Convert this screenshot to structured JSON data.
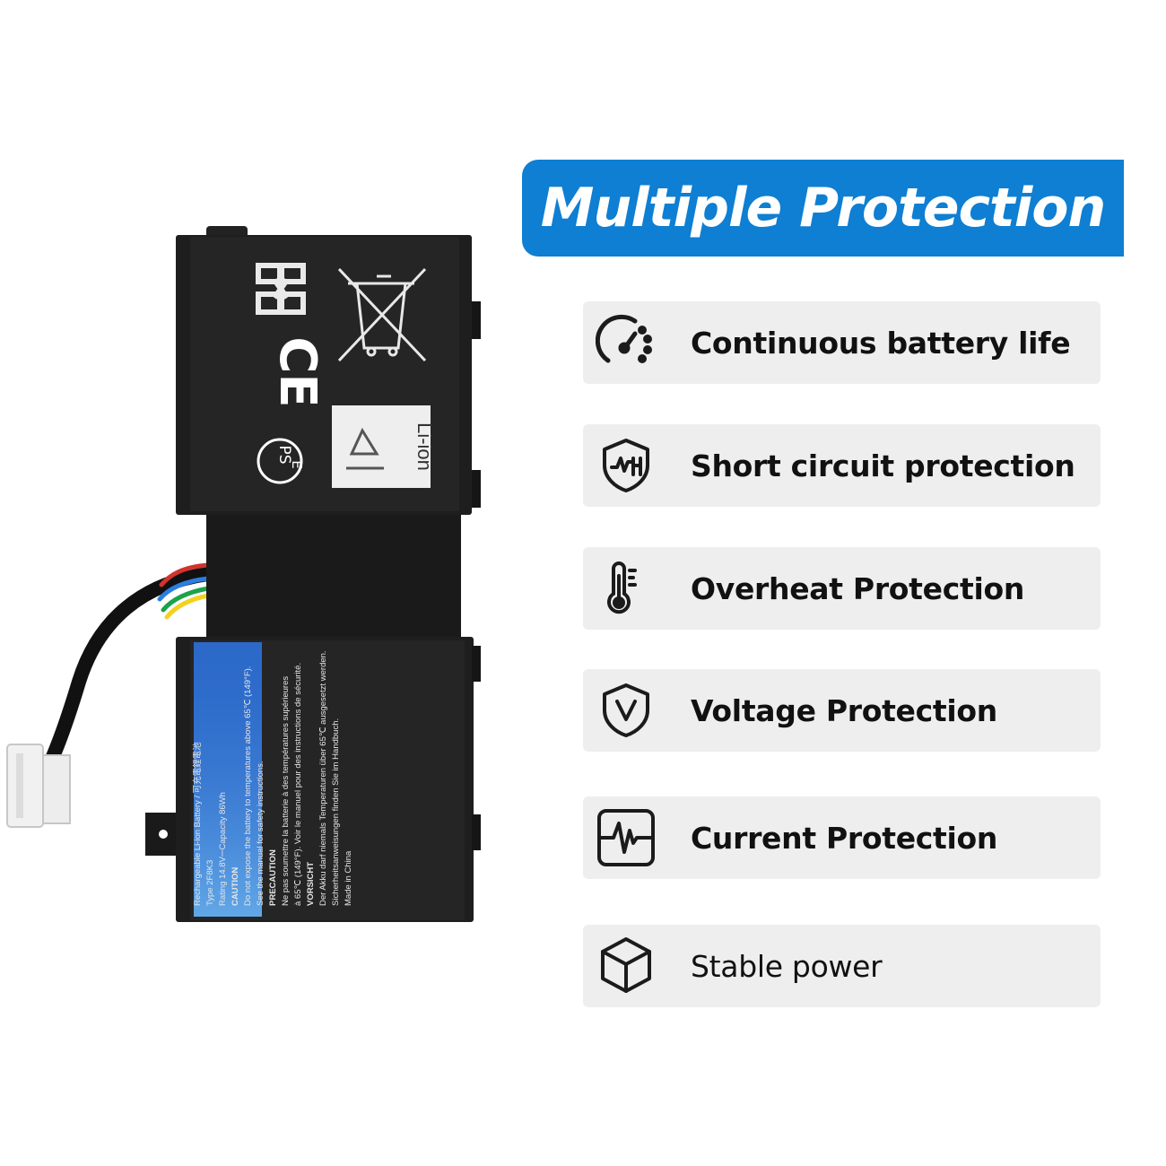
{
  "title": "Multiple Protection",
  "features": [
    {
      "label": "Continuous battery life",
      "icon": "gauge-icon"
    },
    {
      "label": "Short circuit protection",
      "icon": "shield-circuit-icon"
    },
    {
      "label": "Overheat Protection",
      "icon": "thermometer-icon"
    },
    {
      "label": "Voltage Protection",
      "icon": "shield-voltage-icon"
    },
    {
      "label": "Current Protection",
      "icon": "waveform-icon"
    },
    {
      "label": "Stable power",
      "icon": "cube-icon"
    }
  ],
  "battery": {
    "top_marks": {
      "liion": "Li-ion",
      "ce": "CE",
      "pse_a": "PS",
      "pse_b": "E"
    },
    "label_lines": [
      "Rechargeable Li-ion Battery / 可充電鋰電池",
      "Type  2F8K3",
      "Rating 14.8V⎓Capacity 86Wh",
      "CAUTION",
      "Do not expose the battery to temperatures above 65℃ (149°F).",
      "See the manual for safety instructions.",
      "PRECAUTION",
      "Ne pas soumettre la batterie à des températures supérieures",
      "à 65℃ (149°F). Voir le manuel pour des instructions de sécurité.",
      "VORSICHT",
      "Der Akku darf niemals Temperaturen über 65℃ ausgesetzt werden.",
      "Sicherheitsanweisungen finden Sie im Handbuch.",
      "Made in China"
    ]
  },
  "colors": {
    "accent": "#0e7fd2",
    "feature_bg": "#eeeeee",
    "battery": "#1c1c1c"
  }
}
